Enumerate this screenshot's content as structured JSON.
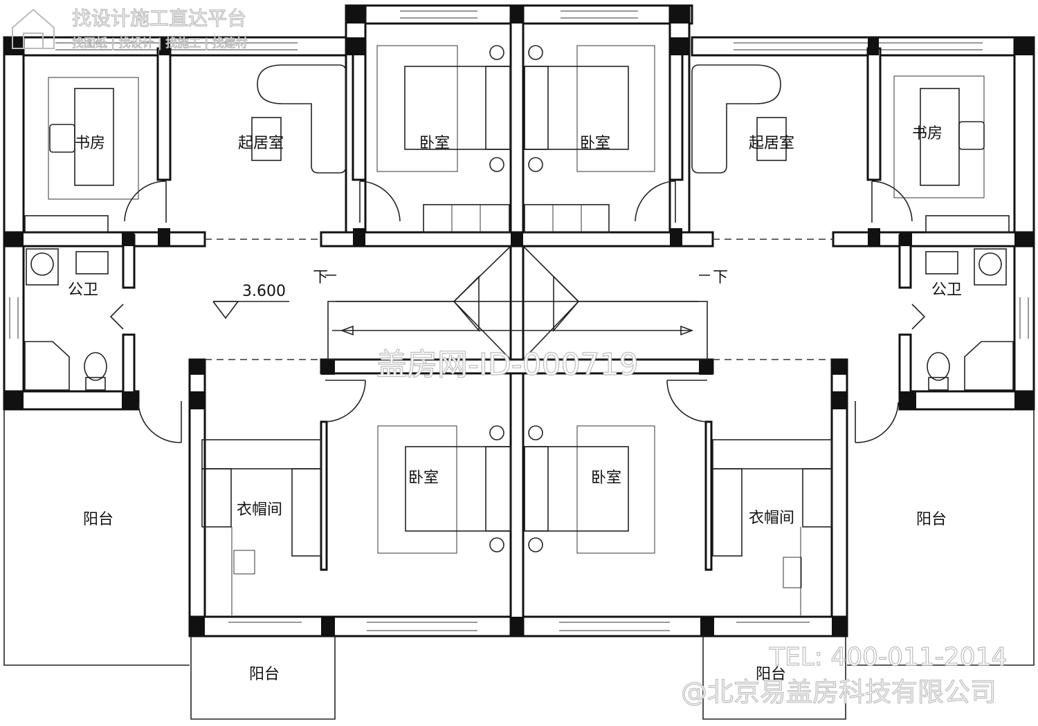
{
  "watermark": {
    "brand_title": "找设计施工直达平台",
    "brand_subtitle": "找图纸 | 找设计 | 找施工 | 找建材",
    "center_id": "盖房网-ID-000719",
    "tel": "TEL: 400-011-2014",
    "company": "@北京易盖房科技有限公司"
  },
  "level": "3.600",
  "stair_down": "下",
  "rooms": {
    "study": "书房",
    "living": "起居室",
    "bedroom": "卧室",
    "bathroom": "公卫",
    "balcony": "阳台",
    "closet": "衣帽间"
  }
}
